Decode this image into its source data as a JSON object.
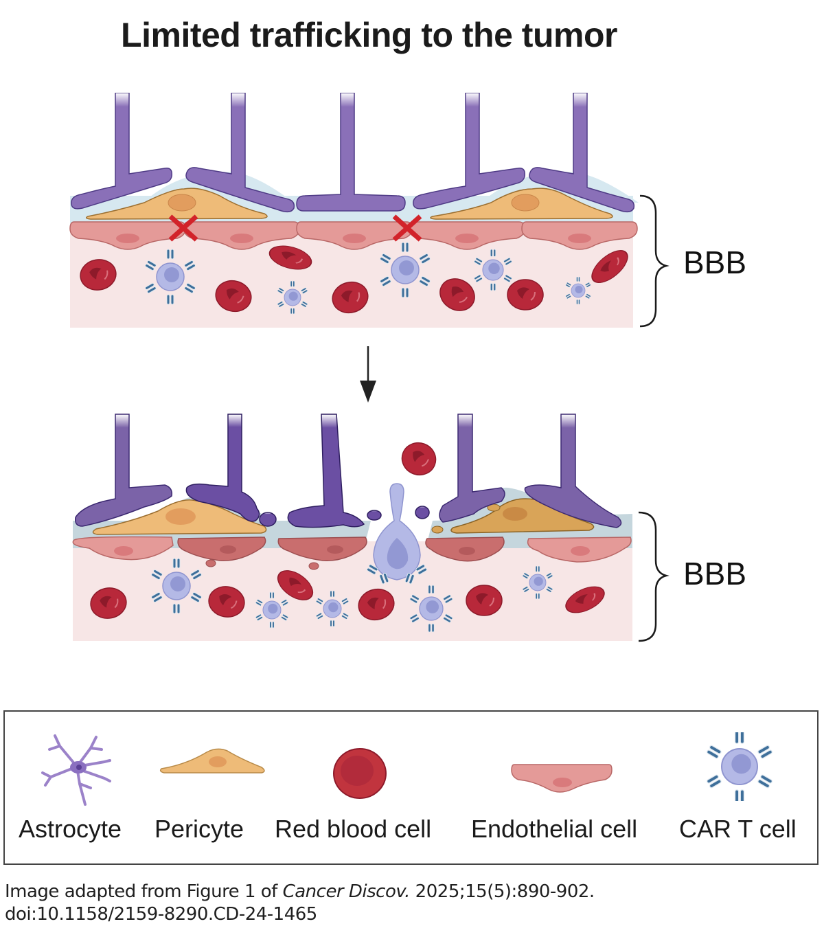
{
  "title": "Limited trafficking to the tumor",
  "panels": [
    {
      "id": "intact",
      "label": "BBB",
      "state": "intact barrier, CAR T cells blocked"
    },
    {
      "id": "disrupted",
      "label": "BBB",
      "state": "disrupted barrier, CAR T cell extravasating"
    }
  ],
  "transition_arrow": "arrow-down",
  "legend": {
    "items": [
      {
        "label": "Astrocyte",
        "icon": "astrocyte-icon"
      },
      {
        "label": "Pericyte",
        "icon": "pericyte-icon"
      },
      {
        "label": "Red blood cell",
        "icon": "red-blood-cell-icon"
      },
      {
        "label": "Endothelial cell",
        "icon": "endothelial-cell-icon"
      },
      {
        "label": "CAR T cell",
        "icon": "car-t-cell-icon"
      }
    ]
  },
  "caption": {
    "line1_prefix": "Image adapted from Figure 1 of ",
    "line1_journal": "Cancer Discov.",
    "line1_suffix": " 2025;15(5):890-902.",
    "line2": "doi:10.1158/2159-8290.CD-24-1465"
  },
  "colors": {
    "astrocyte": "#8a70b8",
    "astrocyte_stroke": "#4e3a85",
    "pericyte": "#eebb78",
    "pericyte_nucleus": "#e29d5e",
    "endothelial": "#e49a98",
    "endothelial_nucleus": "#d97a7c",
    "basement_membrane": "#d6e8f0",
    "lumen": "#f7e6e6",
    "rbc": "#b8283a",
    "cart_body": "#b4b9e6",
    "cart_nucleus": "#9298d3",
    "receptor": "#3e6f9a",
    "block_x": "#d2232a"
  }
}
